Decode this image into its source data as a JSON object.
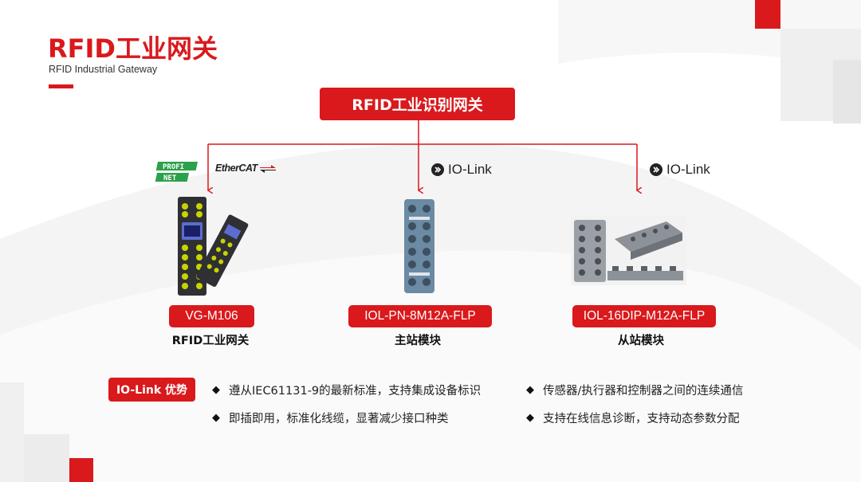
{
  "header": {
    "title": "RFID工业网关",
    "subtitle": "RFID Industrial Gateway"
  },
  "hierarchy": {
    "root_label": "RFID工业识别网关"
  },
  "protocols": {
    "profinet_line1": "PROFI",
    "profinet_line2": "NET",
    "ethercat": "EtherCAT",
    "iolink_main": "IO-Link",
    "iolink_slave": "IO-Link"
  },
  "devices": [
    {
      "model": "VG-M106",
      "caption": "RFID工业网关"
    },
    {
      "model": "IOL-PN-8M12A-FLP",
      "caption": "主站模块"
    },
    {
      "model": "IOL-16DIP-M12A-FLP",
      "caption": "从站模块"
    }
  ],
  "advantages": {
    "badge": "IO-Link 优势",
    "items": [
      "遵从IEC61131-9的最新标准，支持集成设备标识",
      "传感器/执行器和控制器之间的连续通信",
      "即插即用，标准化线缆，显著减少接口种类",
      "支持在线信息诊断，支持动态参数分配"
    ]
  },
  "colors": {
    "accent_red": "#d9191c",
    "background": "#ffffff",
    "swoosh_gray": "#f1f1f1",
    "module_blue": "#6b8aa3",
    "module_gray": "#9aa0a6",
    "gateway_dark": "#2f3033",
    "connector_green": "#c8d400"
  },
  "icons": {
    "bullet": "◆",
    "iolink_logo": "io-link-logo-icon",
    "profinet_logo": "profinet-logo-icon",
    "ethercat_logo": "ethercat-logo-icon"
  }
}
